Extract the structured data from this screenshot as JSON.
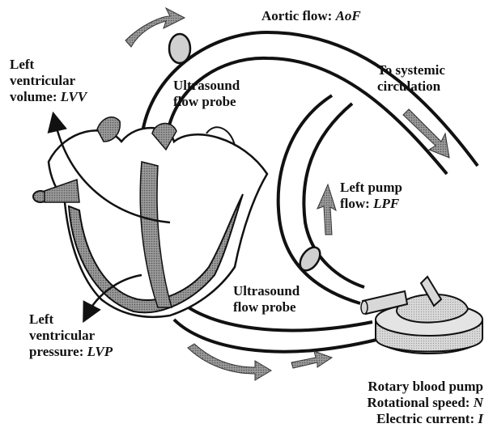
{
  "labels": {
    "aortic_flow": {
      "text": "Aortic flow: ",
      "var": "AoF"
    },
    "systemic_1": "To systemic",
    "systemic_2": "circulation",
    "lvv_1": "Left",
    "lvv_2": "ventricular",
    "lvv_3": {
      "text": "volume: ",
      "var": "LVV"
    },
    "probe_top_1": "Ultrasound",
    "probe_top_2": "flow probe",
    "lpf_1": "Left pump",
    "lpf_2": {
      "text": "flow: ",
      "var": "LPF"
    },
    "probe_bottom_1": "Ultrasound",
    "probe_bottom_2": "flow probe",
    "lvp_1": "Left",
    "lvp_2": "ventricular",
    "lvp_3": {
      "text": "pressure: ",
      "var": "LVP"
    },
    "pump_1": "Rotary blood pump",
    "pump_2": {
      "text": "Rotational speed: ",
      "var": "N"
    },
    "pump_3": {
      "text": "Electric current: ",
      "var": "I"
    }
  }
}
